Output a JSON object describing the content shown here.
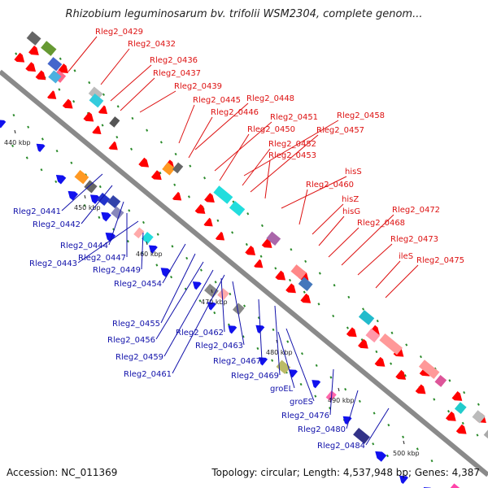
{
  "title": "Rhizobium leguminosarum bv. trifolii WSM2304, complete genom...",
  "footer": {
    "accession": "Accession: NC_011369",
    "topology": "Topology: circular; Length: 4,537,948 bp; Genes: 4,387"
  },
  "colors": {
    "backbone": "#888888",
    "forward_label": "#dd1111",
    "reverse_label": "#1111aa",
    "forward_feature": "#ff0000",
    "reverse_feature": "#0000ee",
    "tick": "#228822"
  },
  "kbp_markers": [
    "440 kbp",
    "450 kbp",
    "460 kbp",
    "470 kbp",
    "480 kbp",
    "490 kbp",
    "500 kbp"
  ],
  "forward_labels": [
    "Rleg2_0429",
    "Rleg2_0432",
    "Rleg2_0436",
    "Rleg2_0437",
    "Rleg2_0439",
    "Rleg2_0445",
    "Rleg2_0448",
    "Rleg2_0446",
    "Rleg2_0451",
    "Rleg2_0458",
    "Rleg2_0450",
    "Rleg2_0457",
    "Rleg2_0452",
    "Rleg2_0453",
    "hisS",
    "Rleg2_0460",
    "hisZ",
    "hisG",
    "Rleg2_0472",
    "Rleg2_0468",
    "Rleg2_0473",
    "ileS",
    "Rleg2_0475"
  ],
  "reverse_labels": [
    "Rleg2_0441",
    "Rleg2_0442",
    "Rleg2_0444",
    "Rleg2_0447",
    "Rleg2_0443",
    "Rleg2_0449",
    "Rleg2_0454",
    "Rleg2_0455",
    "Rleg2_0456",
    "Rleg2_0462",
    "Rleg2_0463",
    "Rleg2_0459",
    "Rleg2_0461",
    "Rleg2_0467",
    "Rleg2_0469",
    "groEL",
    "groES",
    "Rleg2_0476",
    "Rleg2_0480",
    "Rleg2_0484"
  ]
}
